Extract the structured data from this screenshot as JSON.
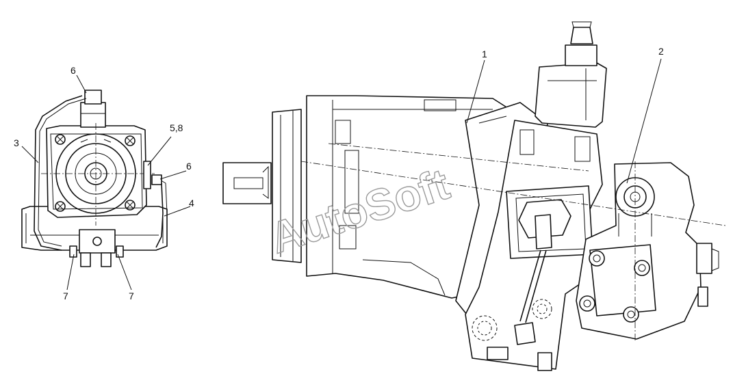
{
  "labels": {
    "item_1": "1",
    "item_2": "2",
    "item_3": "3",
    "item_4": "4",
    "item_5_8": "5,8",
    "item_6_top": "6",
    "item_6_right": "6",
    "item_7_left": "7",
    "item_7_right": "7"
  },
  "watermark": "AutoSoft"
}
